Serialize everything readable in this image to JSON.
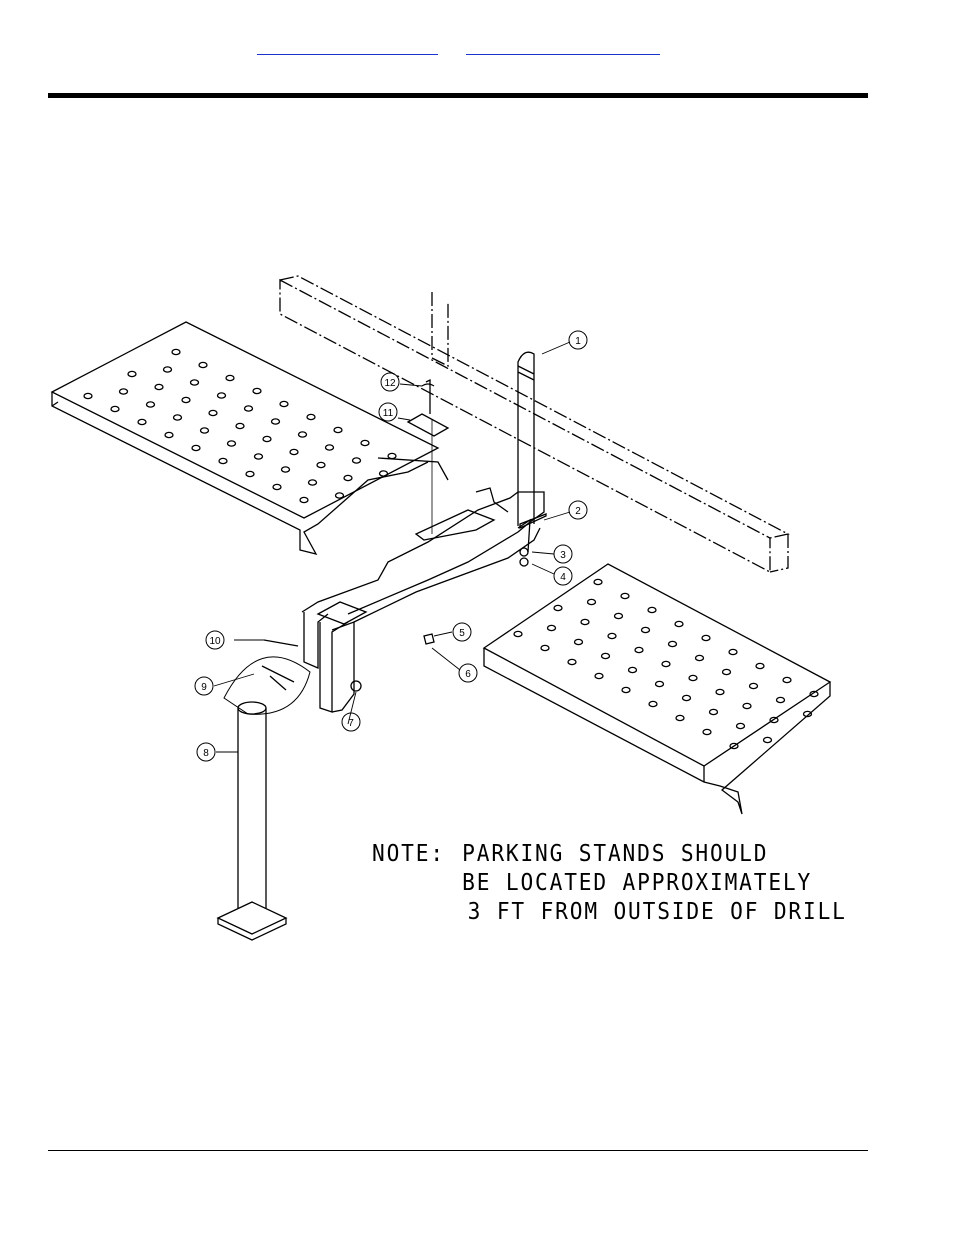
{
  "header": {
    "link_a": "",
    "link_b": ""
  },
  "figure": {
    "callouts": [
      "1",
      "2",
      "3",
      "4",
      "5",
      "6",
      "7",
      "8",
      "9",
      "10",
      "11",
      "12"
    ],
    "note": {
      "label": "NOTE:",
      "lines": [
        "PARKING STANDS SHOULD",
        "BE LOCATED APPROXIMATELY",
        "3 FT FROM OUTSIDE OF DRILL"
      ]
    }
  }
}
